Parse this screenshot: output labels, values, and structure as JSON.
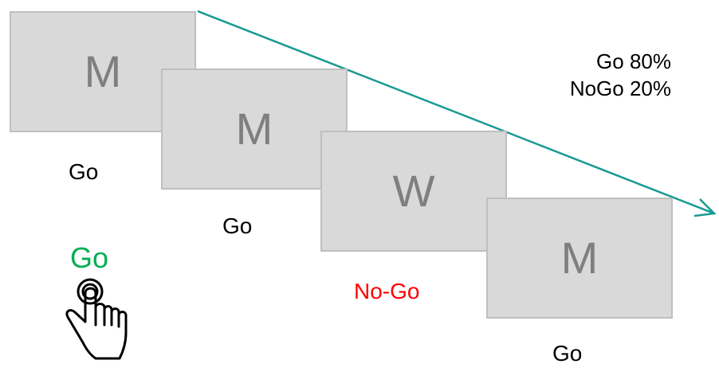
{
  "colors": {
    "card_fill": "#d9d9d9",
    "card_border": "#bfbfbf",
    "letter": "#7f7f7f",
    "arrow": "#1a9a94",
    "go_legend": "#00b050",
    "nogo": "#ff0000"
  },
  "trials": [
    {
      "stimulus": "M",
      "response": "Go"
    },
    {
      "stimulus": "M",
      "response": "Go"
    },
    {
      "stimulus": "W",
      "response": "No-Go"
    },
    {
      "stimulus": "M",
      "response": "Go"
    }
  ],
  "proportions": {
    "go": "Go 80%",
    "nogo": "NoGo 20%"
  },
  "legend": {
    "go_label": "Go",
    "icon": "pointing-hand-icon"
  }
}
